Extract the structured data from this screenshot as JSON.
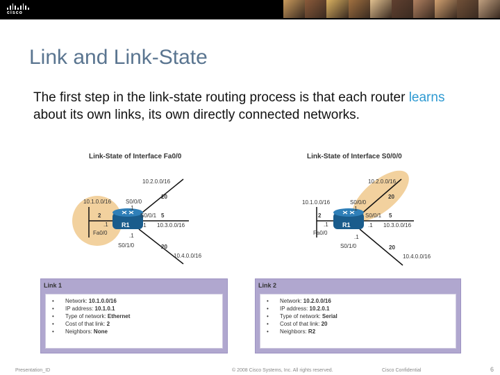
{
  "header": {
    "logo_text": "cisco",
    "photo_colors": [
      "#c89a5c",
      "#8a5a3a",
      "#d8b060",
      "#a07040",
      "#e0c090",
      "#604030",
      "#b08060",
      "#d0a070",
      "#705038",
      "#c0a080"
    ]
  },
  "slide": {
    "title": "Link and Link-State",
    "subtitle_highlight": "learns",
    "subtitle_pre": "The first step in the link-state routing process is that each router ",
    "subtitle_post": " about its own links, its own directly connected networks."
  },
  "left_diagram": {
    "heading": "Link-State of Interface Fa0/0",
    "labels": {
      "net_top": "10.2.0.0/16",
      "cost_top": "20",
      "net_left": "10.1.0.0/16",
      "if_s000": "S0/0/0",
      "if_s000_host": ".1",
      "if_s001": "S0/0/1",
      "cost_5": "5",
      "cost_2": "2",
      "fa_host": ".1",
      "if_fa00": "Fa0/0",
      "router": "R1",
      "s001_host": ".1",
      "net_right": "10.3.0.0/16",
      "s010_host": ".1",
      "if_s010": "S0/1/0",
      "cost_bottom": "20",
      "net_bottom": "10.4.0.0/16"
    }
  },
  "right_diagram": {
    "heading": "Link-State of Interface S0/0/0",
    "labels": {
      "net_top": "10.2.0.0/16",
      "cost_top": "20",
      "net_left": "10.1.0.0/16",
      "if_s000": "S0/0/0",
      "if_s000_host": ".1",
      "if_s001": "S0/0/1",
      "cost_5": "5",
      "cost_2": "2",
      "fa_host": ".1",
      "if_fa00": "Fa0/0",
      "router": "R1",
      "s001_host": ".1",
      "net_right": "10.3.0.0/16",
      "s010_host": ".1",
      "if_s010": "S0/1/0",
      "cost_bottom": "20",
      "net_bottom": "10.4.0.0/16"
    }
  },
  "link1": {
    "title": "Link 1",
    "items": [
      {
        "label": "Network: ",
        "value": "10.1.0.0/16"
      },
      {
        "label": "IP address: ",
        "value": "10.1.0.1"
      },
      {
        "label": "Type of network: ",
        "value": "Ethernet"
      },
      {
        "label": "Cost of that link: ",
        "value": "2"
      },
      {
        "label": "Neighbors: ",
        "value": "None"
      }
    ]
  },
  "link2": {
    "title": "Link 2",
    "items": [
      {
        "label": "Network: ",
        "value": "10.2.0.0/16"
      },
      {
        "label": "IP address: ",
        "value": "10.2.0.1"
      },
      {
        "label": "Type of network: ",
        "value": "Serial"
      },
      {
        "label": "Cost of that link: ",
        "value": "20"
      },
      {
        "label": "Neighbors: ",
        "value": "R2"
      }
    ]
  },
  "footer": {
    "presentation": "Presentation_ID",
    "copyright": "© 2008 Cisco Systems, Inc. All rights reserved.",
    "confidential": "Cisco Confidential",
    "page_number": "6"
  }
}
